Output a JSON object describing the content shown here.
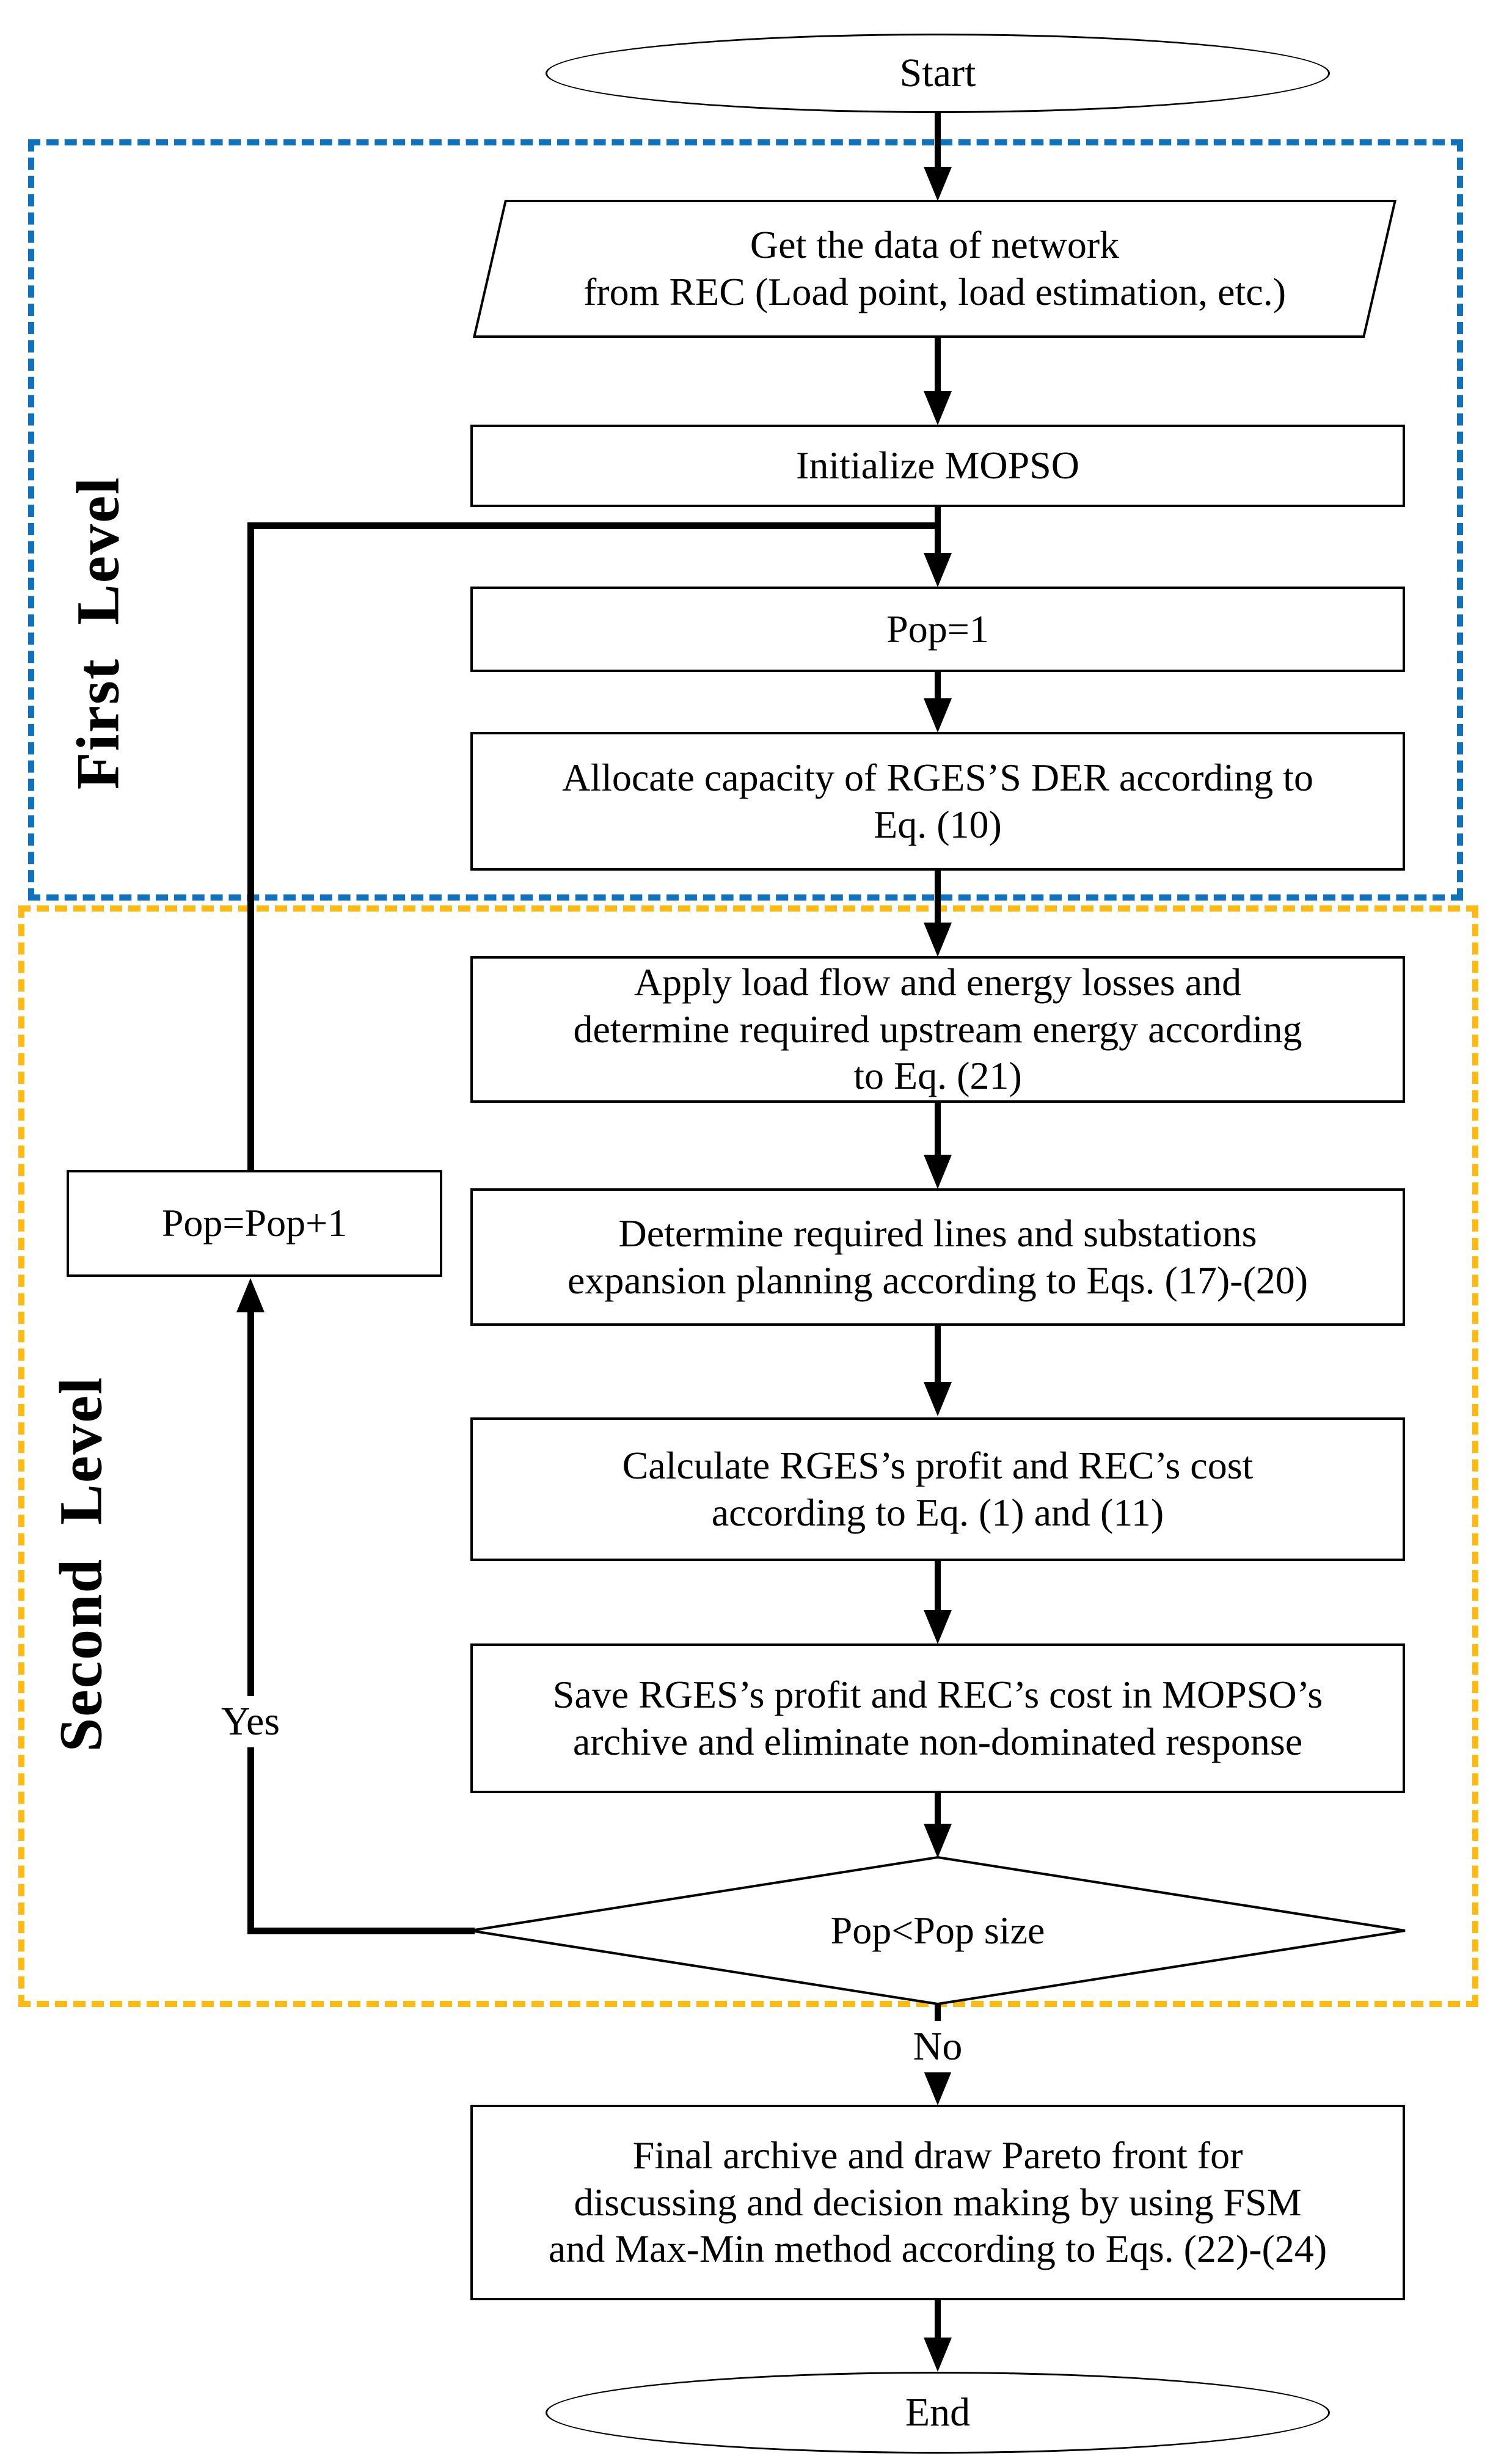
{
  "flowchart": {
    "nodes": {
      "start": {
        "label": "Start"
      },
      "get_data": {
        "label": "Get the data of network\nfrom REC (Load point, load estimation, etc.)"
      },
      "init_mopso": {
        "label": "Initialize MOPSO"
      },
      "pop_init": {
        "label": "Pop=1"
      },
      "allocate": {
        "label": "Allocate capacity of RGES’S DER according to\nEq. (10)"
      },
      "apply_load_flow": {
        "label": "Apply load flow and energy losses and\ndetermine required upstream energy according\nto Eq. (21)"
      },
      "determine_expansion": {
        "label": "Determine required lines and substations\nexpansion planning according to Eqs. (17)-(20)"
      },
      "calculate_profit": {
        "label": "Calculate RGES’s profit and REC’s cost\naccording to Eq. (1) and (11)"
      },
      "save_archive": {
        "label": "Save RGES’s profit and REC’s cost in MOPSO’s\narchive and eliminate non-dominated response"
      },
      "pop_increment": {
        "label": "Pop=Pop+1"
      },
      "decision": {
        "label": "Pop<Pop size"
      },
      "final_archive": {
        "label": "Final archive and draw Pareto front for\ndiscussing and decision making by using FSM\nand Max-Min method according to Eqs. (22)-(24)"
      },
      "end": {
        "label": "End"
      }
    },
    "regions": {
      "first_level": "First  Level",
      "second_level": "Second  Level"
    },
    "edge_labels": {
      "yes": "Yes",
      "no": "No"
    },
    "colors": {
      "first_level_border": "#1071bc",
      "second_level_border": "#fdba12",
      "line_color": "#000000"
    }
  }
}
